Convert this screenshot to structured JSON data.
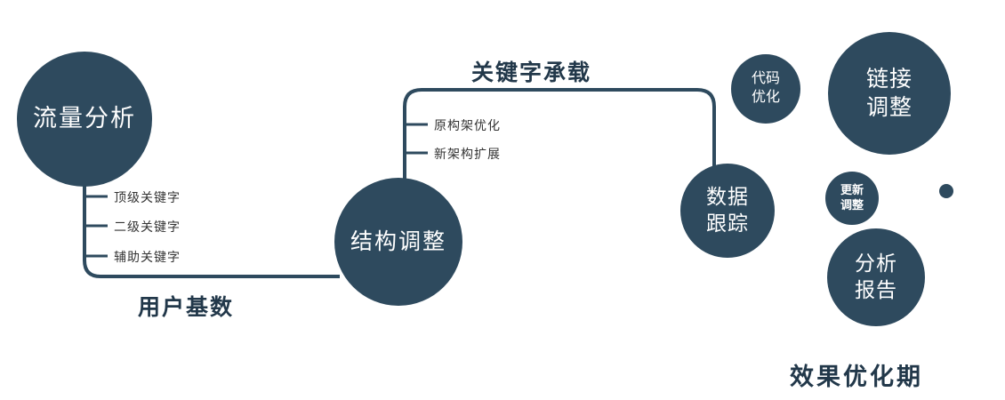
{
  "diagram": {
    "nodes": {
      "traffic_analysis": "流量分析",
      "structure_adjustment": "结构调整",
      "data_tracking": "数据\n跟踪",
      "code_optimization": "代码\n优化",
      "link_adjustment": "链接\n调整",
      "update_adjustment": "更新\n调整",
      "analysis_report": "分析\n报告"
    },
    "edge_labels": {
      "user_base": "用户基数",
      "keyword_load": "关键字承载"
    },
    "branches": {
      "left": [
        "顶级关键字",
        "二级关键字",
        "辅助关键字"
      ],
      "middle": [
        "原构架优化",
        "新架构扩展"
      ]
    },
    "footer": "效果优化期",
    "colors": {
      "node_fill": "#2e4a5e",
      "node_text": "#ffffff",
      "line": "#2e4a5e",
      "edge_label_text": "#22384a",
      "branch_text": "#333333"
    }
  }
}
